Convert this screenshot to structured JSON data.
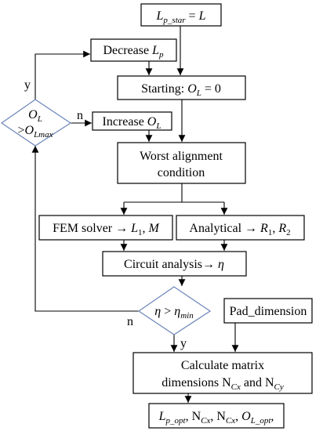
{
  "nodes": {
    "start": {
      "a": "L",
      "sub": "p_star",
      "b": " = ",
      "c": "L"
    },
    "decrease": {
      "a": "Decrease ",
      "b": "L",
      "sub": "p"
    },
    "starting": {
      "a": "Starting: ",
      "b": "O",
      "sub": "L",
      "c": " = 0"
    },
    "decision_ol": {
      "a": "O",
      "sub1": "L",
      "b": ">",
      "c": "O",
      "sub2": "Lmax"
    },
    "increase": {
      "a": "Increase ",
      "b": "O",
      "sub": "L"
    },
    "worst": {
      "line1": "Worst alignment",
      "line2": "condition"
    },
    "fem": {
      "a": "FEM solver → ",
      "b": "L",
      "sub": "1",
      "c": ", ",
      "d": "M"
    },
    "analytical": {
      "a": "Analytical → ",
      "b": "R",
      "sub1": "1",
      "c": ", ",
      "d": "R",
      "sub2": "2"
    },
    "circuit": {
      "a": "Circuit analysis→ ",
      "b": "η"
    },
    "decision_eta": {
      "a": "η",
      "b": " > ",
      "c": "η",
      "sub": "min"
    },
    "pad": {
      "label": "Pad_dimension"
    },
    "calc": {
      "line1": "Calculate matrix",
      "line2": "dimensions N",
      "sub1": "Cx",
      "and": " and N",
      "sub2": "Cy"
    },
    "output": {
      "a": "L",
      "sub1": "p_opt",
      "b": ", N",
      "sub2": "Cx",
      "c": ", N",
      "sub3": "Cx",
      "d": ", ",
      "e": "O",
      "sub4": "L_opt",
      "f": ","
    }
  },
  "branch_labels": {
    "ol_yes": "y",
    "ol_no": "n",
    "eta_no": "n",
    "eta_yes": "y"
  }
}
